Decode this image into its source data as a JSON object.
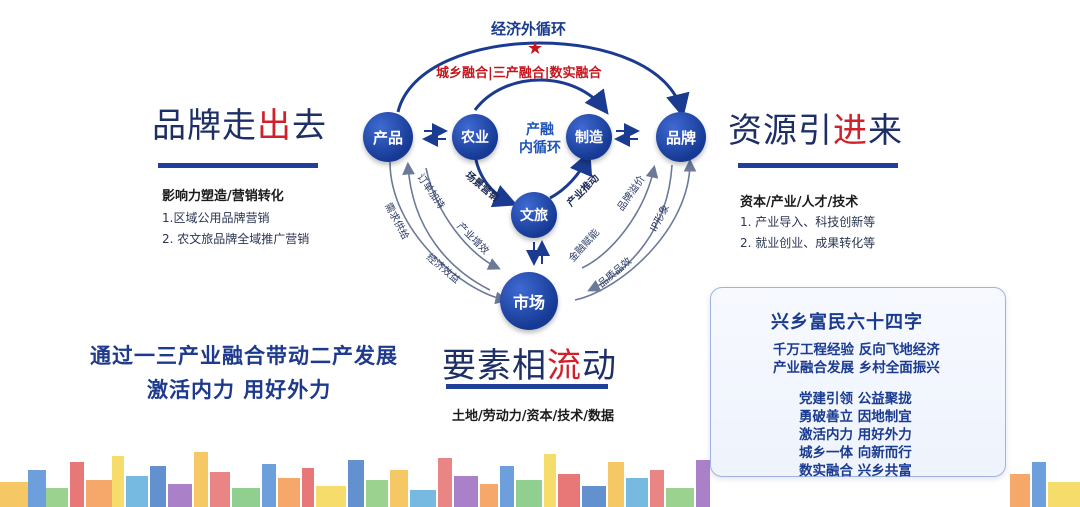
{
  "diagram": {
    "top": {
      "title": "经济外循环",
      "subtitle": "城乡融合|三产融合|数实融合"
    },
    "center": {
      "line1": "产融",
      "line2": "内循环"
    },
    "nodes": {
      "product": "产品",
      "agriculture": "农业",
      "manufacturing": "制造",
      "brand": "品牌",
      "culture_tourism": "文旅",
      "market": "市场"
    },
    "inner_arrow_labels": {
      "left": "场景营销",
      "right": "产业推动"
    },
    "ring_labels": {
      "left_outer": "需求供给",
      "left_mid": "订单加持",
      "left_inner": "产业增效",
      "left_bottom": "经济效益",
      "right_inner": "金融赋能",
      "right_mid": "品牌溢价",
      "right_outer": "IP形象",
      "right_bottom": "品质品效"
    }
  },
  "left": {
    "title_pre": "品牌走",
    "title_hl": "出",
    "title_post": "去",
    "heading": "影响力塑造/营销转化",
    "items": [
      "1.区域公用品牌营销",
      "2. 农文旅品牌全域推广营销"
    ],
    "slogan1": "通过一三产业融合带动二产发展",
    "slogan2": "激活内力  用好外力"
  },
  "right": {
    "title_pre": "资源引",
    "title_hl": "进",
    "title_post": "来",
    "heading": "资本/产业/人才/技术",
    "items": [
      "1. 产业导入、科技创新等",
      "2. 就业创业、成果转化等"
    ]
  },
  "bottom": {
    "title_pre": "要素相",
    "title_hl": "流",
    "title_post": "动",
    "items": "土地/劳动力/资本/技术/数据"
  },
  "box": {
    "title": "兴乡富民六十四字",
    "lines": [
      "千万工程经验  反向飞地经济",
      "产业融合发展  乡村全面振兴",
      "党建引领  公益聚拢",
      "勇破善立  因地制宜",
      "激活内力  用好外力",
      "城乡一体  向新而行",
      "数实融合  兴乡共富"
    ]
  },
  "colors": {
    "brand_blue": "#1a3b8f",
    "accent_red": "#c5161d"
  }
}
